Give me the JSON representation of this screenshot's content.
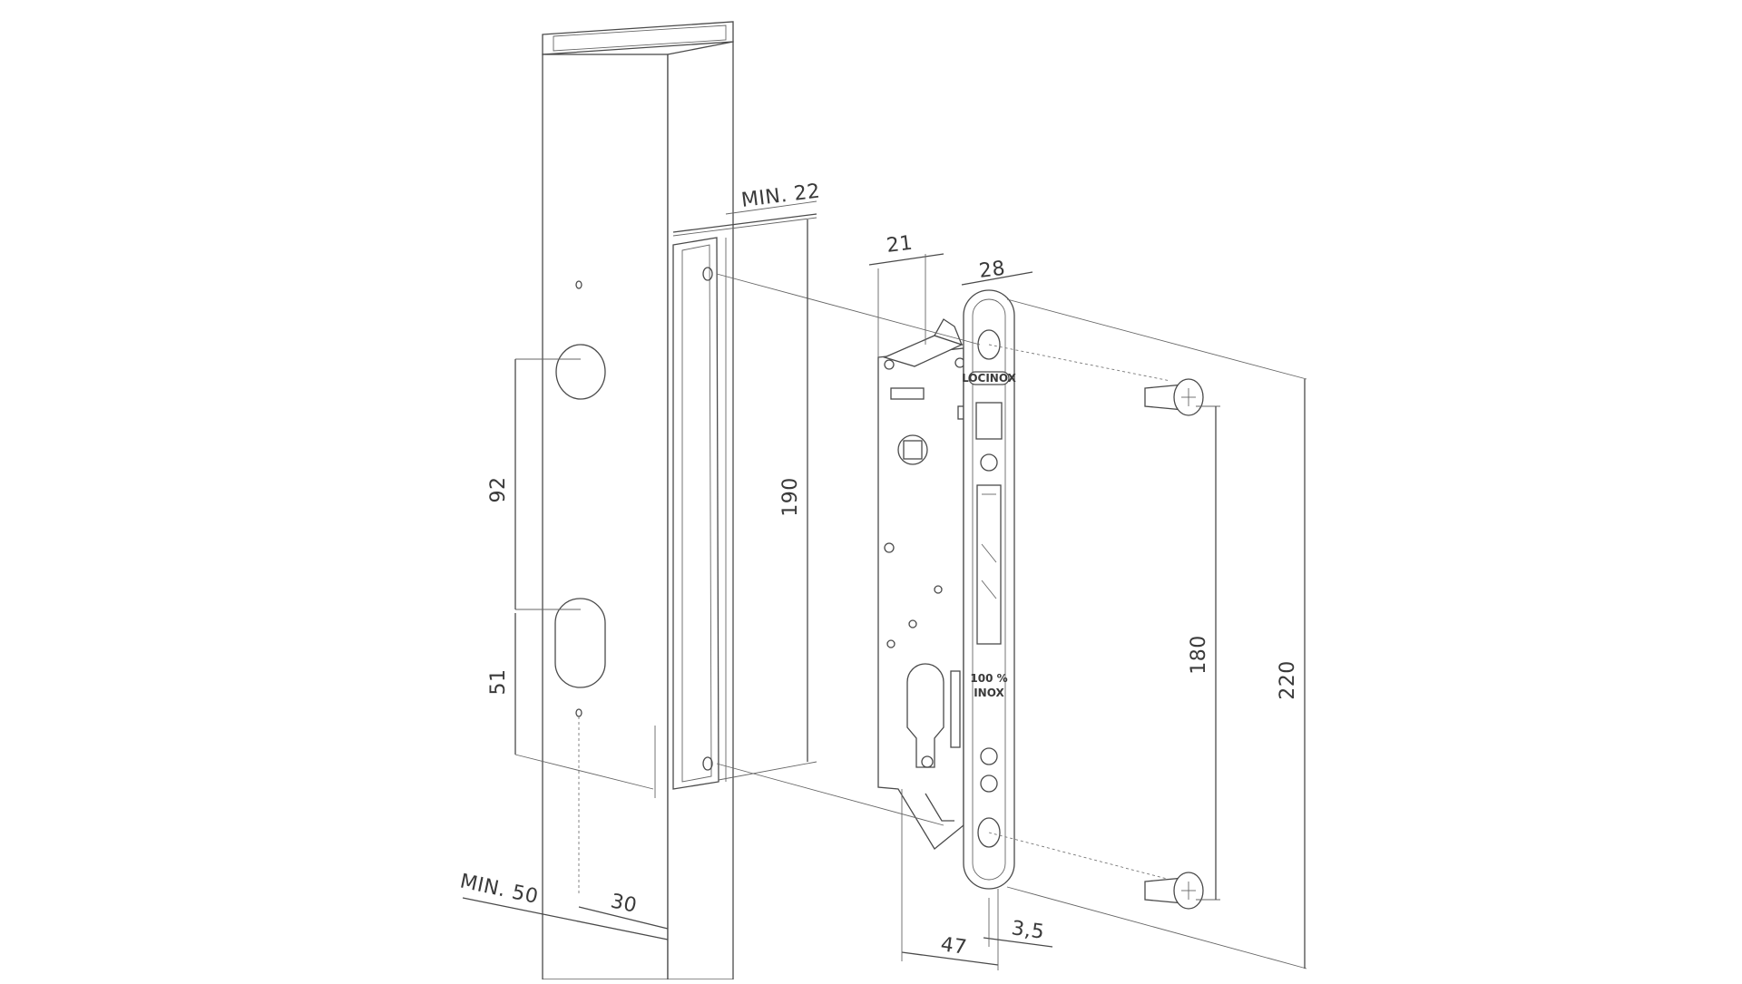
{
  "product": {
    "brand_label": "LOCINOX",
    "material_label_line1": "100 %",
    "material_label_line2": "INOX"
  },
  "dimensions": {
    "min_22": "MIN. 22",
    "d21": "21",
    "d28": "28",
    "d92": "92",
    "d190": "190",
    "d51": "51",
    "d180": "180",
    "d220": "220",
    "min_50": "MIN. 50",
    "d30": "30",
    "d47": "47",
    "d3_5": "3,5"
  },
  "colors": {
    "line": "#4a4a4a",
    "background": "#ffffff"
  }
}
